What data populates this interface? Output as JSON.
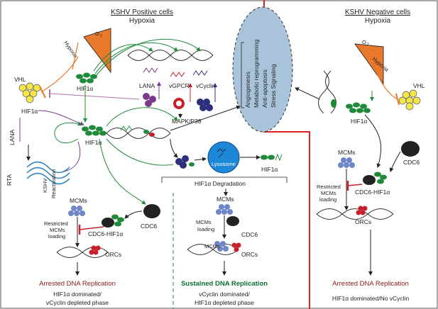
{
  "left_panel": {
    "header": "KSHV Positive cells",
    "subheader": "Hypoxia",
    "o2_label": "O",
    "o2_sub": "2",
    "hypoxia_label": "Hypoxia",
    "vhl_label": "VHL",
    "hif_top_label": "HIF1α",
    "lana_mid_label": "LANA",
    "vgpcr_label": "vGPCR",
    "vcyclin_label": "vCyclin",
    "mapk_label": "MAPK/P38",
    "lana_side_label": "LANA",
    "hif_side_label": "HIF1α",
    "hif_center_label": "HIF1α",
    "rta_label": "RTA",
    "kshv_label": "KSHV",
    "reactivation_label": "Reactivation",
    "mcms_label": "MCMs",
    "restricted_label_1": "Restricted",
    "restricted_label_2": "MCMs",
    "restricted_label_3": "loading",
    "cdc6_hif_label": "CDC6-HIF1α",
    "cdc6_label": "CDC6",
    "orcs_label": "ORCs",
    "outcome": "Arrested DNA Replication",
    "phase_line1": "HIF1α dominated/",
    "phase_line2": "vCyclin depleted phase"
  },
  "middle_panel": {
    "lysosome_label": "Lysosome",
    "hif_deg_label": "HIF1α",
    "degradation_label": "HIF1α Degradation",
    "mcms_label": "MCMs",
    "mcms_loading_1": "MCMs",
    "mcms_loading_2": "loading",
    "cdc6_label": "CDC6",
    "mcm_onorc_label": "MCMs",
    "orcs_label": "ORCs",
    "outcome": "Sustained DNA Replication",
    "phase_line1": "vCyclin dominated/",
    "phase_line2": "HIF1α depleted phase"
  },
  "center_oval": {
    "items": [
      "Angiogenesis",
      "Metabolic reprogramming",
      "Anti-apoptosis",
      "Stress Signaling"
    ]
  },
  "right_panel": {
    "header": "KSHV Negative cells",
    "subheader": "Hypoxia",
    "o2_label": "O",
    "o2_sub": "2",
    "hypoxia_label": "Hypoxia",
    "vhl_label": "VHL",
    "hif_label": "HIF1α",
    "mcms_label": "MCMs",
    "cdc6_label": "CDC6",
    "restricted_label_1": "Restricted",
    "restricted_label_2": "MCMs",
    "restricted_label_3": "loading",
    "cdc6_hif_label": "CDC6-HIF1α",
    "orcs_label": "ORCs",
    "outcome": "Arrested DNA Replication",
    "phase_line": "HIF1α dominated/No vCyclin"
  },
  "colors": {
    "hif_green": "#1f8a3a",
    "mcm_blue": "#6f86c6",
    "orc_red": "#c8202a",
    "vhl_yellow": "#f4e64a",
    "vcyclin_navy": "#2c2f7a",
    "lana_purple": "#7a3a8a",
    "oval_fill": "#a9c4da",
    "divider_red": "#e02020"
  }
}
